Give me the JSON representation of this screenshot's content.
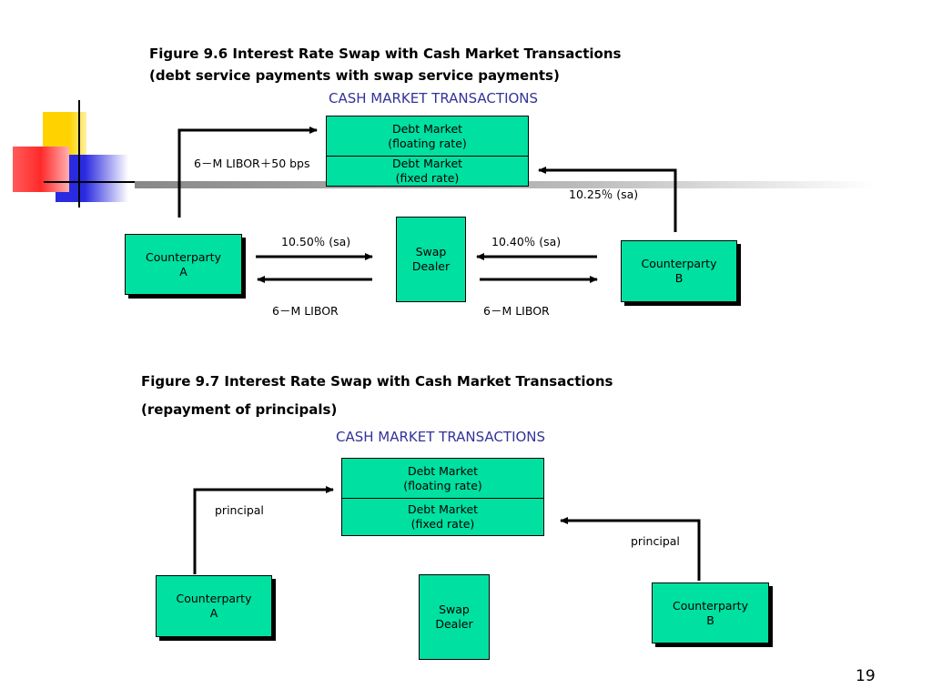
{
  "fig1": {
    "title_line1": "Figure 9.6 Interest Rate Swap with Cash Market Transactions",
    "title_line2": "(debt service payments with swap service payments)",
    "subhead": "CASH MARKET TRANSACTIONS",
    "debt_floating": [
      "Debt Market",
      "(floating rate)"
    ],
    "debt_fixed": [
      "Debt Market",
      "(fixed rate)"
    ],
    "counterparty_a": [
      "Counterparty",
      "A"
    ],
    "counterparty_b": [
      "Counterparty",
      "B"
    ],
    "swap_dealer": [
      "Swap",
      "Dealer"
    ],
    "label_a_to_market": "6－M LIBOR＋50 bps",
    "label_b_to_market": "10.25％ (sa)",
    "label_a_to_dealer": "10.50％ (sa)",
    "label_dealer_to_b": "10.40％ (sa)",
    "label_dealer_to_a": "6－M LIBOR",
    "label_b_to_dealer": "6－M LIBOR"
  },
  "fig2": {
    "title_line1": "Figure 9.7 Interest Rate Swap with Cash Market Transactions",
    "title_line2": "(repayment of principals)",
    "subhead": "CASH MARKET TRANSACTIONS",
    "debt_floating": [
      "Debt Market",
      "(floating rate)"
    ],
    "debt_fixed": [
      "Debt Market",
      "(fixed rate)"
    ],
    "counterparty_a": [
      "Counterparty",
      "A"
    ],
    "counterparty_b": [
      "Counterparty",
      "B"
    ],
    "swap_dealer": [
      "Swap",
      "Dealer"
    ],
    "label_a": "principal",
    "label_b": "principal"
  },
  "page_number": "19",
  "colors": {
    "box_fill": "#00e0a0",
    "subhead": "#333399"
  }
}
